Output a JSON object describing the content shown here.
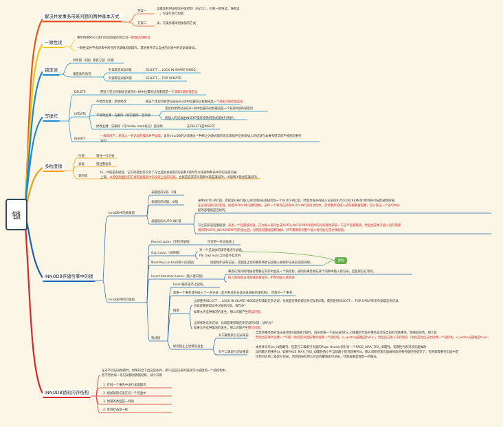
{
  "root": "锁",
  "branches": {
    "b1": {
      "title": "解决并发事务带来问题的两种基本方式",
      "p1": "方案一",
      "p1_text": "读操作利用多版本并发控制（MVCC），也称一致性读，快照读",
      "p1_text2": "，写操作进行加锁",
      "p2": "方案二",
      "p2_text": "读、写操作都采用加锁的方式"
    },
    "b2": {
      "title": "一致性读",
      "l1a": "事务利用MVCC进行的读取操作称之为",
      "l1b": "一致性读/快照读",
      "l2": "一致性读并不会对表中的任何记录做加锁操作，其他事务可以自由的对表中的记录做改动。"
    },
    "b3": {
      "title": "锁定读",
      "l1": "共享锁（S锁）和排它锁（X锁）",
      "l2": "锁定读的语句",
      "l3a": "对读取记录加S锁",
      "l3b": "SELECT ... LOCK IN SHARE MODE;",
      "l4a": "对读取记录加X锁",
      "l4b": "SELECT ... FOR UPDATE;"
    },
    "b4": {
      "title": "写操作",
      "del": "DELETE",
      "del_text_a": "把这个定位待删除记录在B+树中位置的过程看成是一个",
      "del_text_b": "获取X锁的锁定读",
      "upd": "UPDATE",
      "u1": "不修改主键：原地修改",
      "u1_text_a": "把这个定位待修改记录在B+树中位置的过程看成是一个",
      "u1_text_b": "获取X锁的锁定读",
      "u2": "不修改主键：先删除（真实删除）后添加",
      "u2_a": "定位待修改记录在B+树中位置的过程看成是一个获取X锁的锁定读",
      "u2_b": "新插入的记录由INSERT操作提供的隐式锁进行保护。",
      "u3": "修改主键：先删除（打delete mark标记）后添加",
      "u3_text": "先DELETE后INSERT",
      "ins": "INSERT",
      "ins_a": "一般情况下，新插入一条记录的操作并不加锁",
      "ins_b": "，设计InnoDB的大叔通过一种称之为隐式锁的东东来保护这条新插入的记录在本事务提交前不被别的事务",
      "ins_c": "访问"
    },
    "b5": {
      "title": "多粒度锁",
      "r1": "行锁",
      "r1_t": "锁住一行记录",
      "r2": "表锁",
      "r2_t": "锁住整张表",
      "r3": "意向锁",
      "r3_a": "IS、IX锁是表级锁，它们的提出仅仅为了在之后加表级别的S锁和X锁时可以快速判断表中的记录是否被",
      "r3_b": "上锁，",
      "r3_c": "以避免用遍历的方式来查看表中有没有上锁的记录",
      "r3_d": "，也就是说其实IS锁和IX锁是兼容的，IX锁和IX锁也是兼容的。"
    },
    "b6": {
      "title": "INNODB存储引擎中的锁",
      "tl": "InnoDB中的表级锁",
      "tl1": "表级别的S锁、X锁",
      "tl2": "表级别的IS锁、IX锁",
      "tl3": "表级别的AUTO-INC锁",
      "ai1": "采用AUTO-INC锁，也就是在执行插入语句时就在表级别加一个AUTO-INC锁，然后为每条待插入记录的AUTO_INCREMENT修饰的列分配递增的值，",
      "ai2": "在该语句执行结束后，再把AUTO-INC锁释放掉。这样一个事务在持有AUTO-INC锁的过程中，其他事务的插入语句都要被阻塞，可以保证一个语句中分",
      "ai3": "配的递增值是连续的。",
      "ai4": "采用一个轻量级的锁，在为插入语句生成AUTO_INCREMENT修饰的列的值时获取一下这个轻量级锁，然后生成本次插入语句需要",
      "ai5": "用到的AUTO_INCREMENT列的值之后，就把该轻量级锁释放掉，并不需要等到整个插入语句执行完才释放锁。",
      "ai4_pre": "写之前知道轻量级锁：",
      "rl": "InnoDB中的行级锁",
      "rec": "Record Locks（正经记录锁）",
      "rec_t": "仅仅把一条记录锁上",
      "gap": "Gap Locks（间隙锁）",
      "gap_t1": "对一个记录加的锁可能进行加锁。",
      "gap_t2": "PS: Gap locks之间是不互斥的",
      "nk": "Next-Key Locks(间隙+记录锁)",
      "nk_t": "既能保护该条记录，又能阻止别的事务将新记录插入被保护记录前边的间隙。",
      "badge": "合起",
      "ii": "Insert Intention Locks（插入意向锁）",
      "ii_a": "事务在等待的时候也需要在内存中生成一个锁结构，表明有事务想在某个间隙中插入新记录，但是现在在等待。",
      "ii_b": "插入意向锁与其他锁是兼容的，不影响插入其他锁",
      "im": "隐式锁",
      "im1": "Insert操作是不上锁的。",
      "im2": "如果一个事务首先插入了一条记录（此时并没有与该记录关联的锁结构），然后另一个事务：",
      "im3": "情景",
      "im3a": "立即使用SELECT ... LOCK IN SHARE MODE语句读取这条记录，也就是在要获取这条记录的S锁，或者使用SELECT ... FOR UPDATE语句读取这条记录，",
      "im3b": "也就是要获取这条记录的X锁，该咋办？",
      "im3c": "如果允许这种情况的发生，那么可能产生",
      "im3c_r": "脏读问题。",
      "im4a": "立即修改这条记录，也就是要获取这条记录的X锁，该咋办？",
      "im4b": "如果允许这种情况的发生，那么可能产生",
      "im4b_r": "脏写问题。",
      "im5": "如何防止上述情况发生",
      "im5a": "对于聚簇索引记录来说",
      "im5a_t1": "当其他事务想对该记录添加S锁或者X锁时，首先会看一下该记录的trx_id隐藏列代表的事务是否是当前的活跃事务，如果是的话，那么就",
      "im5a_t2": "帮助当前事务创建一个X锁（也就是为当前事务创建一个锁结构，is_waiting属性是false），然后自己进入等待状态（也就是为自己也创建一个锁结构，is_waiting属性是true）。",
      "im5b": "对于二级索引记录来说",
      "im5b_t1": "本身并没有trx_id隐藏列，但是在二级索引页面的Page Header部分有一个PAGE_MAX_TRX_ID属性，该属性代表对该页面做改",
      "im5b_t2": "动的最大的事务id，如果PAGE_MAX_TRX_ID属性值小于当前最小的活跃事务id，那么说明对该页面做修改的事务都已经提交了，否则就需要在页面中定",
      "im5b_t3": "位到对应的二级索引记录，然后回表找到它对应的聚簇索引记录，然后再重复情景一的做法。"
    },
    "b7": {
      "title": "INNODB锁的内存结构",
      "t1": "在对不同记录加锁时，如果符合下边这些条件，那么这些记录的锁就可以被放到一个锁结构中。",
      "t2": "而不用为每一条记录都创建锁结构，减少开销",
      "c1": "1. 在同一个事务中进行加锁操作",
      "c2": "2. 被加锁的记录在同一个页面中",
      "c3": "3. 加锁的类型是一样的",
      "c4": "4. 等待状态是一样"
    }
  },
  "colors": {
    "b1": "#e8531c",
    "b2": "#f1c40f",
    "b3": "#1f8ac9",
    "b4": "#1f8ac9",
    "b5": "#f39c12",
    "b6": "#1f5fae",
    "b7": "#d6262a",
    "red": "#d6262a",
    "green": "#6ab04c"
  }
}
